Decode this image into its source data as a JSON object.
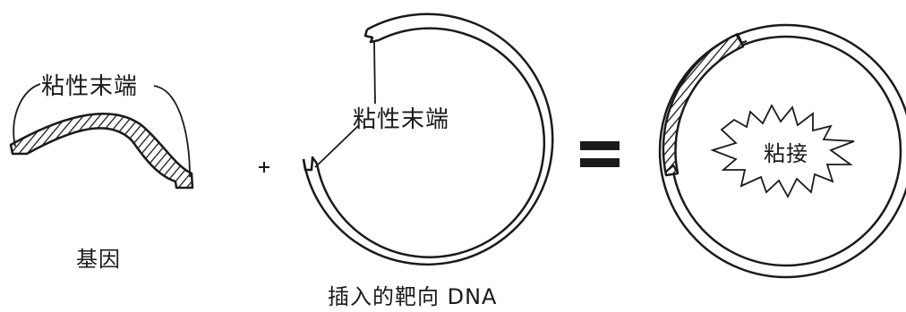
{
  "labels": {
    "sticky_end_gene": "粘性末端",
    "sticky_end_target": "粘性末端",
    "gene": "基因",
    "target_dna": "插入的靶向 DNA",
    "ligation": "粘接"
  },
  "operators": {
    "plus": "+",
    "equals": "="
  },
  "colors": {
    "ink": "#1a1a1a",
    "background": "#ffffff"
  }
}
